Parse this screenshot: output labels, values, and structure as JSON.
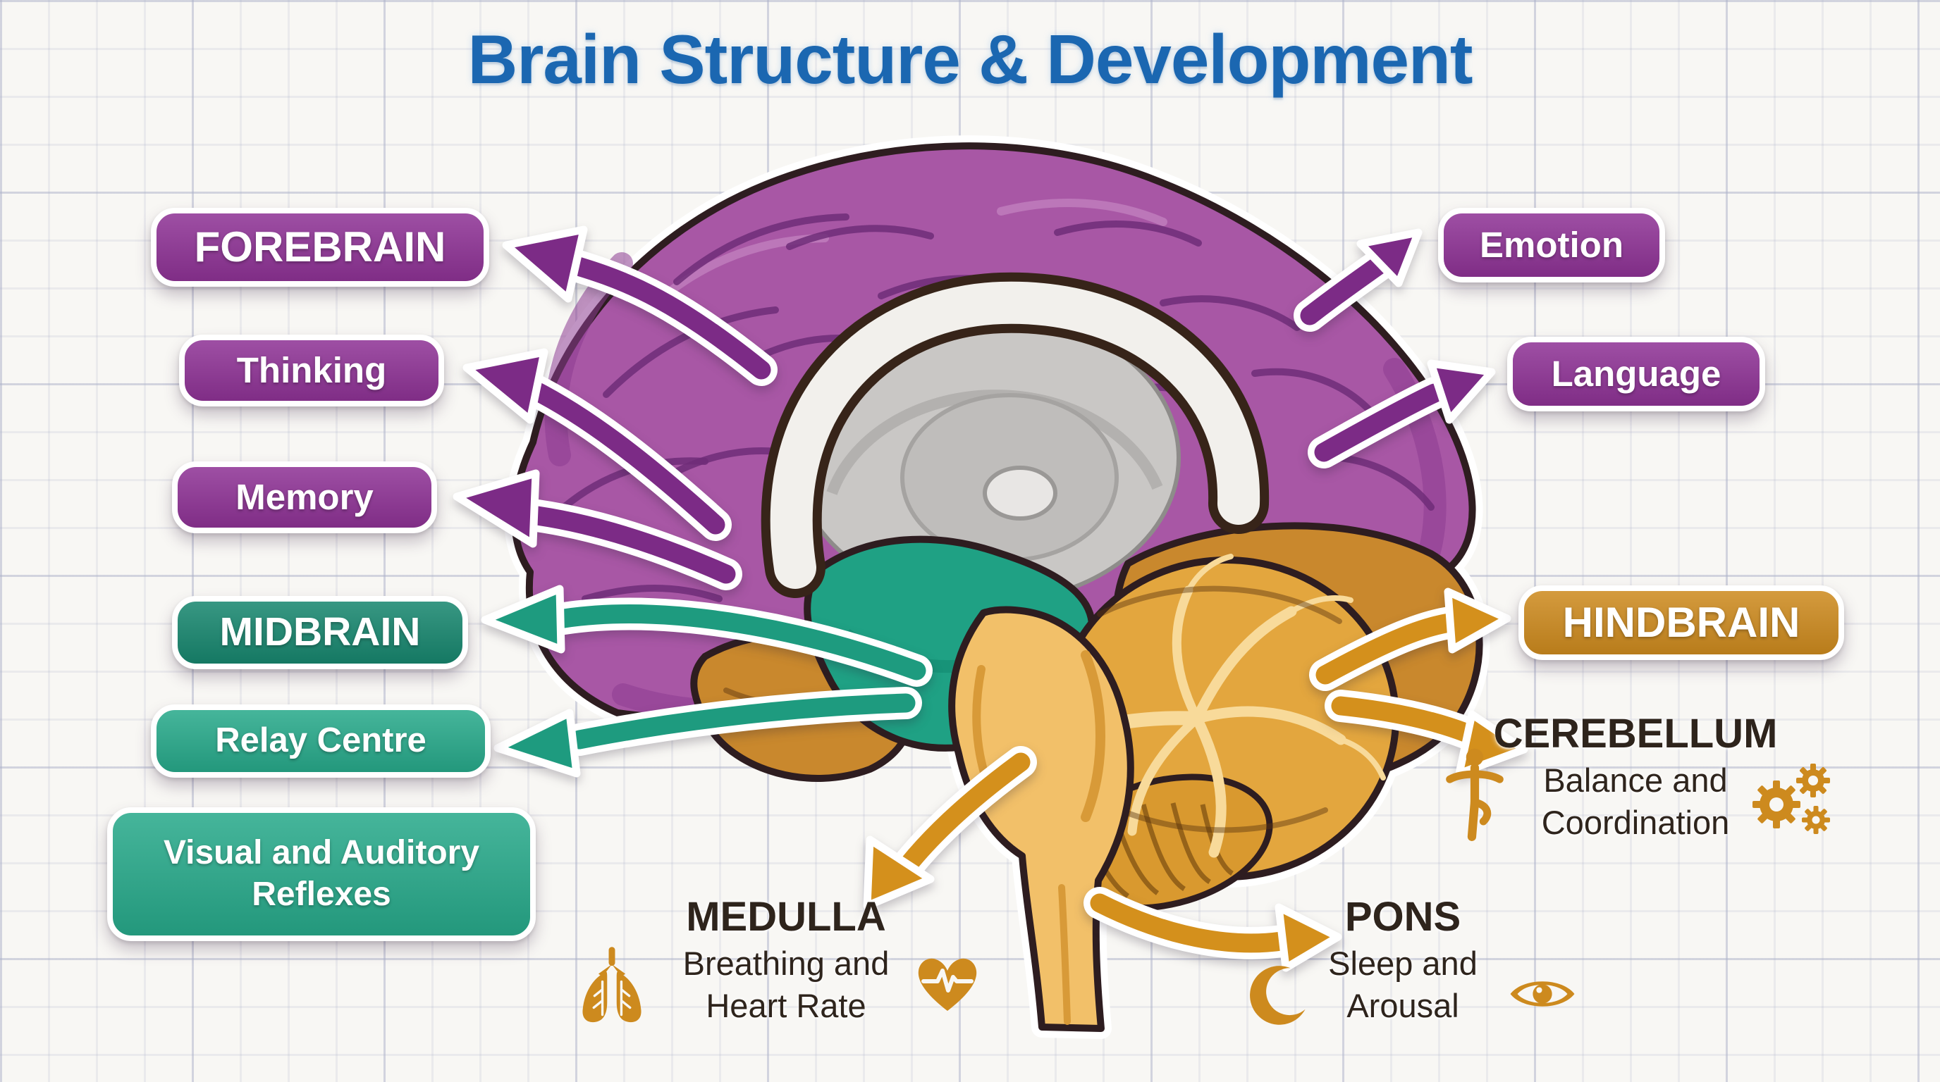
{
  "title": "Brain Structure & Development",
  "pills": {
    "forebrain": {
      "text": "FOREBRAIN",
      "color": "#8e3295"
    },
    "thinking": {
      "text": "Thinking",
      "color": "#8e3295"
    },
    "memory": {
      "text": "Memory",
      "color": "#8e3295"
    },
    "midbrain": {
      "text": "MIDBRAIN",
      "color": "#17866e"
    },
    "relay_centre": {
      "text": "Relay Centre",
      "color": "#27a98a"
    },
    "visual_auditory": {
      "text": "Visual and Auditory Reflexes",
      "color": "#27a98a"
    },
    "emotion": {
      "text": "Emotion",
      "color": "#8e3295"
    },
    "language": {
      "text": "Language",
      "color": "#8e3295"
    },
    "hindbrain": {
      "text": "HINDBRAIN",
      "color": "#cd8a1e"
    }
  },
  "callouts": {
    "cerebellum": {
      "title": "CEREBELLUM",
      "description": "Balance and Coordination",
      "icons": [
        "balance-person-icon",
        "gears-icon"
      ]
    },
    "medulla": {
      "title": "MEDULLA",
      "description": "Breathing and Heart Rate",
      "icons": [
        "lungs-icon",
        "heart-pulse-icon"
      ]
    },
    "pons": {
      "title": "PONS",
      "description": "Sleep and Arousal",
      "icons": [
        "crescent-moon-icon",
        "eye-icon"
      ]
    }
  },
  "connections": [
    {
      "from": "forebrain-region",
      "to": "FOREBRAIN",
      "color": "purple"
    },
    {
      "from": "forebrain-region",
      "to": "Thinking",
      "color": "purple"
    },
    {
      "from": "forebrain-region",
      "to": "Memory",
      "color": "purple"
    },
    {
      "from": "forebrain-region",
      "to": "Emotion",
      "color": "purple"
    },
    {
      "from": "forebrain-region",
      "to": "Language",
      "color": "purple"
    },
    {
      "from": "midbrain-region",
      "to": "MIDBRAIN",
      "color": "teal"
    },
    {
      "from": "midbrain-region",
      "to": "Relay Centre",
      "color": "teal"
    },
    {
      "from": "hindbrain-region",
      "to": "HINDBRAIN",
      "color": "orange"
    },
    {
      "from": "hindbrain-region",
      "to": "CEREBELLUM",
      "color": "orange"
    },
    {
      "from": "brainstem",
      "to": "MEDULLA",
      "color": "orange"
    },
    {
      "from": "brainstem",
      "to": "PONS",
      "color": "orange"
    }
  ],
  "colors": {
    "title_blue": "#1b67b1",
    "pill_purple": "#8e3295",
    "pill_teal_dark": "#17866e",
    "pill_teal": "#27a98a",
    "pill_orange": "#cd8a1e",
    "arrow_purple": "#7c2b86",
    "arrow_teal": "#1e9b7f",
    "arrow_orange": "#d4901c",
    "icon_orange": "#cd8a1e",
    "ink": "#2e241c",
    "brain_purple": "#a857a5",
    "brain_teal": "#1fa184",
    "brain_orange": "#c9882d",
    "brain_tan": "#f2c069",
    "brain_gray": "#c9c7c5"
  }
}
